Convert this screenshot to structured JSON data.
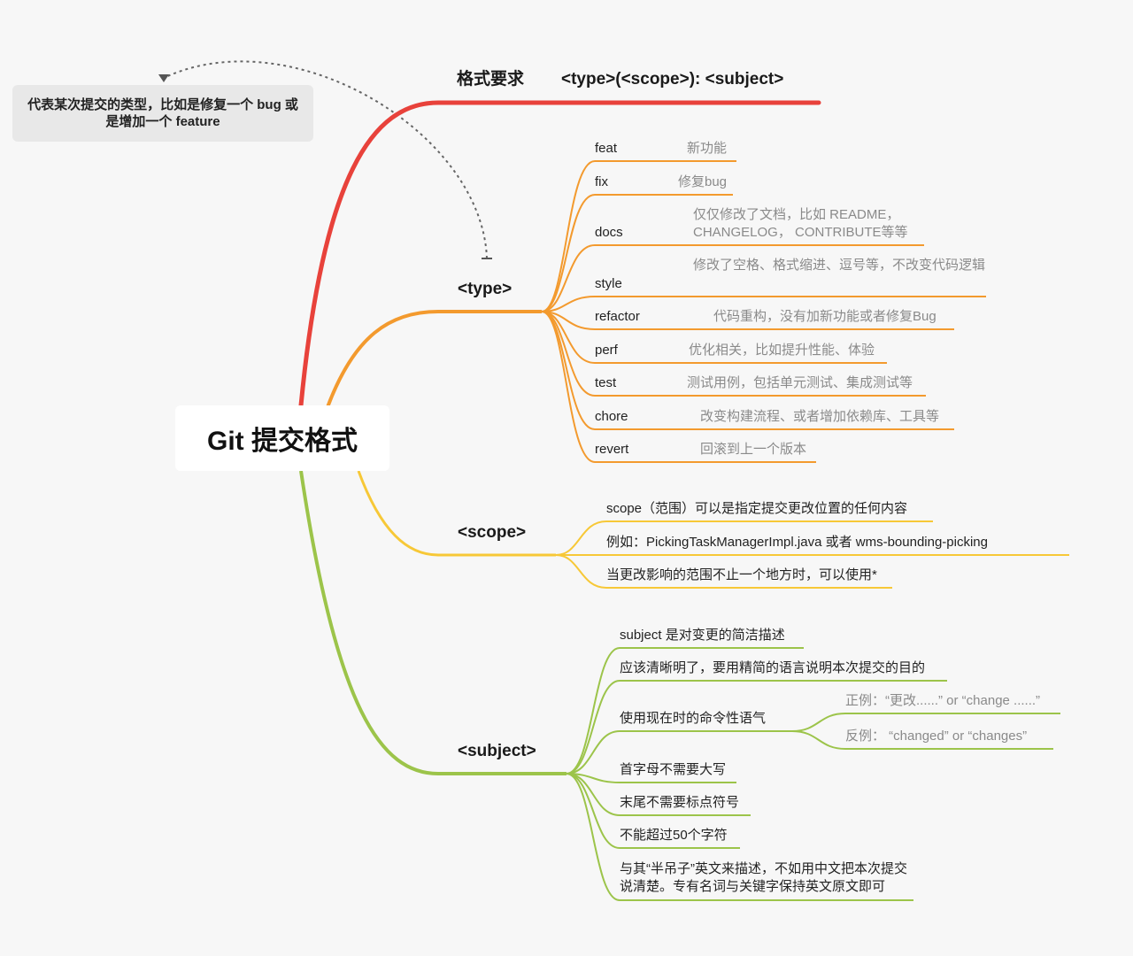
{
  "root": {
    "title": "Git 提交格式"
  },
  "note": {
    "text": "代表某次提交的类型，比如是修复一个 bug 或是增加一个 feature"
  },
  "format": {
    "label": "格式要求",
    "value": "<type>(<scope>): <subject>",
    "color": "#e8423b"
  },
  "type_branch": {
    "label": "<type>",
    "color": "#f39a2e",
    "items": [
      {
        "key": "feat",
        "desc": "新功能"
      },
      {
        "key": "fix",
        "desc": "修复bug"
      },
      {
        "key": "docs",
        "desc": "仅仅修改了文档，比如 README，CHANGELOG， CONTRIBUTE等等"
      },
      {
        "key": "style",
        "desc": "修改了空格、格式缩进、逗号等，不改变代码逻辑"
      },
      {
        "key": "refactor",
        "desc": "代码重构，没有加新功能或者修复Bug"
      },
      {
        "key": "perf",
        "desc": "优化相关，比如提升性能、体验"
      },
      {
        "key": "test",
        "desc": "测试用例，包括单元测试、集成测试等"
      },
      {
        "key": "chore",
        "desc": "改变构建流程、或者增加依赖库、工具等"
      },
      {
        "key": "revert",
        "desc": "回滚到上一个版本"
      }
    ]
  },
  "scope_branch": {
    "label": "<scope>",
    "color": "#f7c837",
    "items": [
      "scope（范围）可以是指定提交更改位置的任何内容",
      "例如：PickingTaskManagerImpl.java 或者 wms-bounding-picking",
      "当更改影响的范围不止一个地方时，可以使用*"
    ]
  },
  "subject_branch": {
    "label": "<subject>",
    "color": "#9cc44a",
    "items": [
      "subject 是对变更的简洁描述",
      "应该清晰明了，要用精简的语言说明本次提交的目的",
      "使用现在时的命令性语气",
      "首字母不需要大写",
      "末尾不需要标点符号",
      "不能超过50个字符",
      "与其“半吊子”英文来描述，不如用中文把本次提交说清楚。专有名词与关键字保持英文原文即可"
    ],
    "examples": [
      "正例：“更改......” or “change ......”",
      "反例： “changed” or “changes”"
    ]
  }
}
